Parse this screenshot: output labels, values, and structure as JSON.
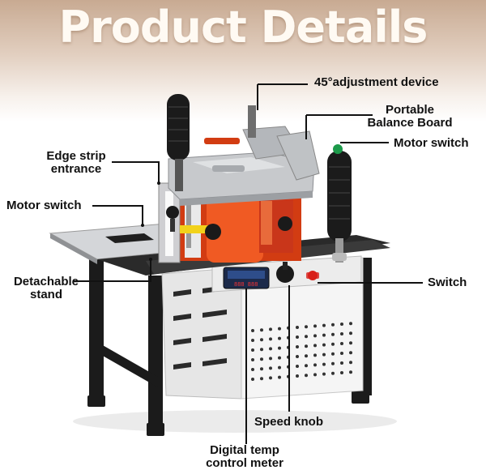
{
  "page": {
    "title": "Product Details"
  },
  "labels": {
    "adjustment": "45°adjustment device",
    "balance_line1": "Portable",
    "balance_line2": "Balance Board",
    "motor_switch_right": "Motor switch",
    "edge_strip_line1": "Edge strip",
    "edge_strip_line2": "entrance",
    "motor_switch_left": "Motor switch",
    "stand_line1": "Detachable",
    "stand_line2": "stand",
    "switch": "Switch",
    "speed_knob": "Speed knob",
    "temp_line1": "Digital temp",
    "temp_line2": "control meter"
  },
  "colors": {
    "accent_orange": "#f05a23",
    "machine_black": "#1e1e1e",
    "cabinet_white": "#f2f2f2",
    "aluminum": "#b9bcc0",
    "indicator_red": "#d8211a",
    "indicator_green": "#1c9a4a"
  }
}
